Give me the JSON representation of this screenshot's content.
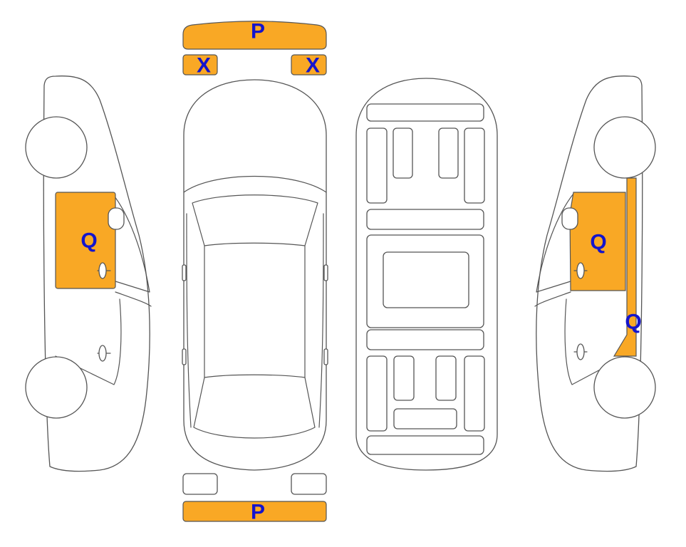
{
  "colors": {
    "damage_fill": "#F9A825",
    "label_text": "#1414CC",
    "outline": "#555555",
    "background": "#FFFFFF"
  },
  "labels": {
    "front_bumper": "P",
    "front_left_light": "X",
    "front_right_light": "X",
    "rear_bumper": "P",
    "left_side_door": "Q",
    "right_side_door": "Q",
    "right_side_pillar": "Q"
  },
  "panels": {
    "front_bumper": "damaged",
    "front_left_light": "damaged",
    "front_right_light": "damaged",
    "rear_bumper": "damaged",
    "rear_left_light": "undamaged",
    "rear_right_light": "undamaged",
    "left_side_door": "damaged",
    "right_side_door": "damaged",
    "right_side_pillar": "damaged"
  }
}
